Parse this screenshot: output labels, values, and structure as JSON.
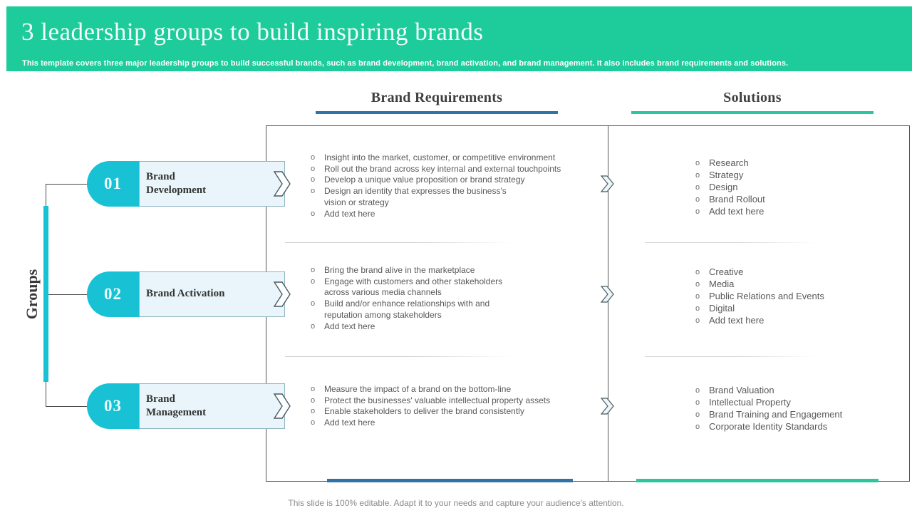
{
  "header": {
    "title": "3 leadership groups to build inspiring brands",
    "subtitle": "This template covers three major leadership groups to build successful brands, such as brand development, brand activation, and brand management.  It also includes brand requirements and solutions."
  },
  "columns": {
    "requirements": "Brand Requirements",
    "solutions": "Solutions"
  },
  "axis_label": "Groups",
  "groups": [
    {
      "number": "01",
      "label": "Brand\nDevelopment",
      "requirements": [
        "Insight into the market, customer, or competitive environment",
        "Roll out the brand across key internal and external touchpoints",
        "Develop a unique value proposition or brand strategy",
        "Design an identity that expresses the business's\nvision or strategy",
        "Add text here"
      ],
      "solutions": [
        "Research",
        "Strategy",
        "Design",
        "Brand Rollout",
        "Add text here"
      ]
    },
    {
      "number": "02",
      "label": "Brand Activation",
      "requirements": [
        "Bring the brand alive in the marketplace",
        "Engage with customers and other stakeholders\nacross various media channels",
        "Build and/or enhance relationships with and\nreputation among stakeholders",
        "Add text here"
      ],
      "solutions": [
        "Creative",
        "Media",
        "Public Relations and Events",
        "Digital",
        "Add text here"
      ]
    },
    {
      "number": "03",
      "label": "Brand\nManagement",
      "requirements": [
        "Measure the impact of a brand on the bottom-line",
        "Protect the businesses' valuable intellectual property assets",
        "Enable stakeholders to deliver the brand consistently",
        "Add text here"
      ],
      "solutions": [
        "Brand Valuation",
        "Intellectual Property",
        "Brand Training and Engagement",
        "Corporate Identity Standards"
      ]
    }
  ],
  "footer": "This slide is 100% editable. Adapt it to your needs and capture your audience's attention.",
  "icons": {
    "bullet": "o",
    "chevron": "chevron-right"
  },
  "colors": {
    "header_green": "#1ECB9B",
    "accent_cyan": "#18C2D4",
    "requirements_blue": "#2E74A8",
    "solutions_teal": "#2BC69F",
    "pill_box_fill": "#E9F5FA"
  }
}
